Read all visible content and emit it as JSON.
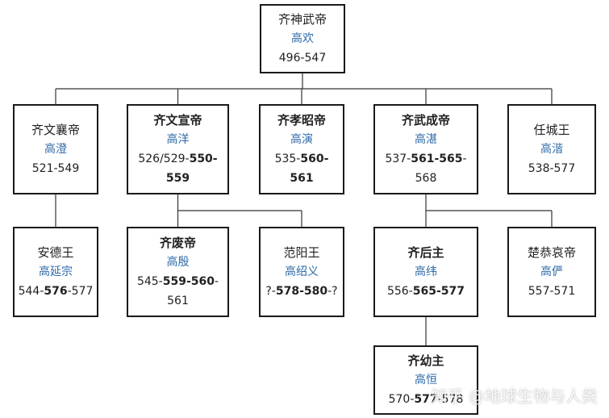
{
  "nodes": [
    {
      "id": "gaohuan",
      "title": "齐神武帝",
      "person": "高欢",
      "years": "496-547",
      "emperor": false
    },
    {
      "id": "gaocheng",
      "title": "齐文襄帝",
      "person": "高澄",
      "years": "521-549",
      "emperor": false
    },
    {
      "id": "gaoyang",
      "title": "齐文宣帝",
      "person": "高洋",
      "years": "526/529-**550-559**",
      "emperor": true
    },
    {
      "id": "gaoyan_x",
      "title": "齐孝昭帝",
      "person": "高演",
      "years": "535-**560-561**",
      "emperor": true
    },
    {
      "id": "gaozhan",
      "title": "齐武成帝",
      "person": "高湛",
      "years": "537-**561-565**-568",
      "emperor": true
    },
    {
      "id": "gaojie",
      "title": "任城王",
      "person": "高湝",
      "years": "538-577",
      "emperor": false
    },
    {
      "id": "gaoyanzong",
      "title": "安德王",
      "person": "高延宗",
      "years": "544-**576**-577",
      "emperor": false
    },
    {
      "id": "gaoyin",
      "title": "齐废帝",
      "person": "高殷",
      "years": "545-**559-560**-561",
      "emperor": true
    },
    {
      "id": "gaoshaoyi",
      "title": "范阳王",
      "person": "高绍义",
      "years": "?-**578-580**-?",
      "emperor": false
    },
    {
      "id": "gaowei",
      "title": "齐后主",
      "person": "高纬",
      "years": "556-**565-577**",
      "emperor": true
    },
    {
      "id": "gaoyan_c",
      "title": "楚恭哀帝",
      "person": "高俨",
      "years": "557-571",
      "emperor": false
    },
    {
      "id": "gaoheng",
      "title": "齐幼主",
      "person": "高恒",
      "years": "570-**577**-578",
      "emperor": true
    }
  ],
  "edges": [
    [
      "gaohuan",
      "gaocheng"
    ],
    [
      "gaohuan",
      "gaoyang"
    ],
    [
      "gaohuan",
      "gaoyan_x"
    ],
    [
      "gaohuan",
      "gaozhan"
    ],
    [
      "gaohuan",
      "gaojie"
    ],
    [
      "gaocheng",
      "gaoyanzong"
    ],
    [
      "gaoyang",
      "gaoyin"
    ],
    [
      "gaoyang",
      "gaoshaoyi"
    ],
    [
      "gaozhan",
      "gaowei"
    ],
    [
      "gaozhan",
      "gaoyan_c"
    ],
    [
      "gaowei",
      "gaoheng"
    ]
  ],
  "watermark": "知乎 @地球生物与人类",
  "colors": {
    "person": "#2e6aa8",
    "border": "#1a1a1a",
    "line": "#333333"
  }
}
